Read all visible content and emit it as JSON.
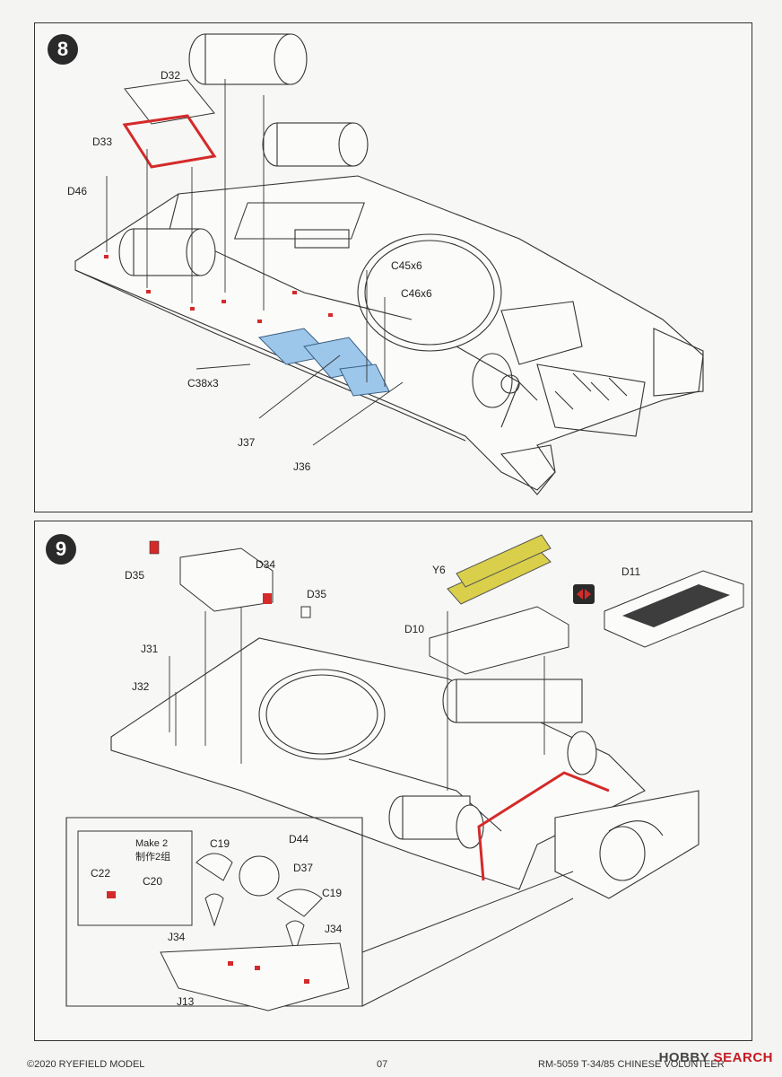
{
  "steps": [
    {
      "number": "8",
      "parts": {
        "d32": "D32",
        "d33": "D33",
        "d46": "D46",
        "c45": "C45x6",
        "c46": "C46x6",
        "c38": "C38x3",
        "j37": "J37",
        "j36": "J36"
      }
    },
    {
      "number": "9",
      "parts": {
        "d35a": "D35",
        "d34": "D34",
        "d35b": "D35",
        "y6": "Y6",
        "d11": "D11",
        "d10": "D10",
        "j31": "J31",
        "j32": "J32",
        "make2": "Make 2",
        "make2_cn": "制作2组",
        "c19a": "C19",
        "d44": "D44",
        "d37": "D37",
        "c22": "C22",
        "c20": "C20",
        "c19b": "C19",
        "j34a": "J34",
        "j34b": "J34",
        "j13": "J13"
      }
    }
  ],
  "footer": {
    "copyright": "©2020 RYEFIELD MODEL",
    "page": "07",
    "product": "RM-5059 T-34/85 CHINESE VOLUNTEER"
  },
  "watermark": {
    "brand": "HOBBY",
    "brand2": "SEARCH"
  },
  "colors": {
    "red": "#d42a2a",
    "blue": "#9cc6ea",
    "yellow": "#d9cf4a",
    "line": "#333333"
  }
}
